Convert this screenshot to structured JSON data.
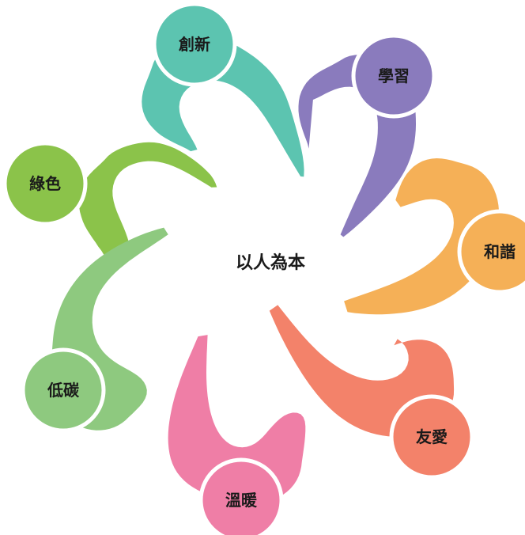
{
  "center": {
    "label": "以人為本"
  },
  "nodes": [
    {
      "label": "創新",
      "color": "#5cc4b0"
    },
    {
      "label": "學習",
      "color": "#8a7bbd"
    },
    {
      "label": "和諧",
      "color": "#f5b057"
    },
    {
      "label": "友愛",
      "color": "#f3826a"
    },
    {
      "label": "溫暖",
      "color": "#ef7ea6"
    },
    {
      "label": "低碳",
      "color": "#8ec97f"
    },
    {
      "label": "綠色",
      "color": "#8bc34a"
    }
  ]
}
